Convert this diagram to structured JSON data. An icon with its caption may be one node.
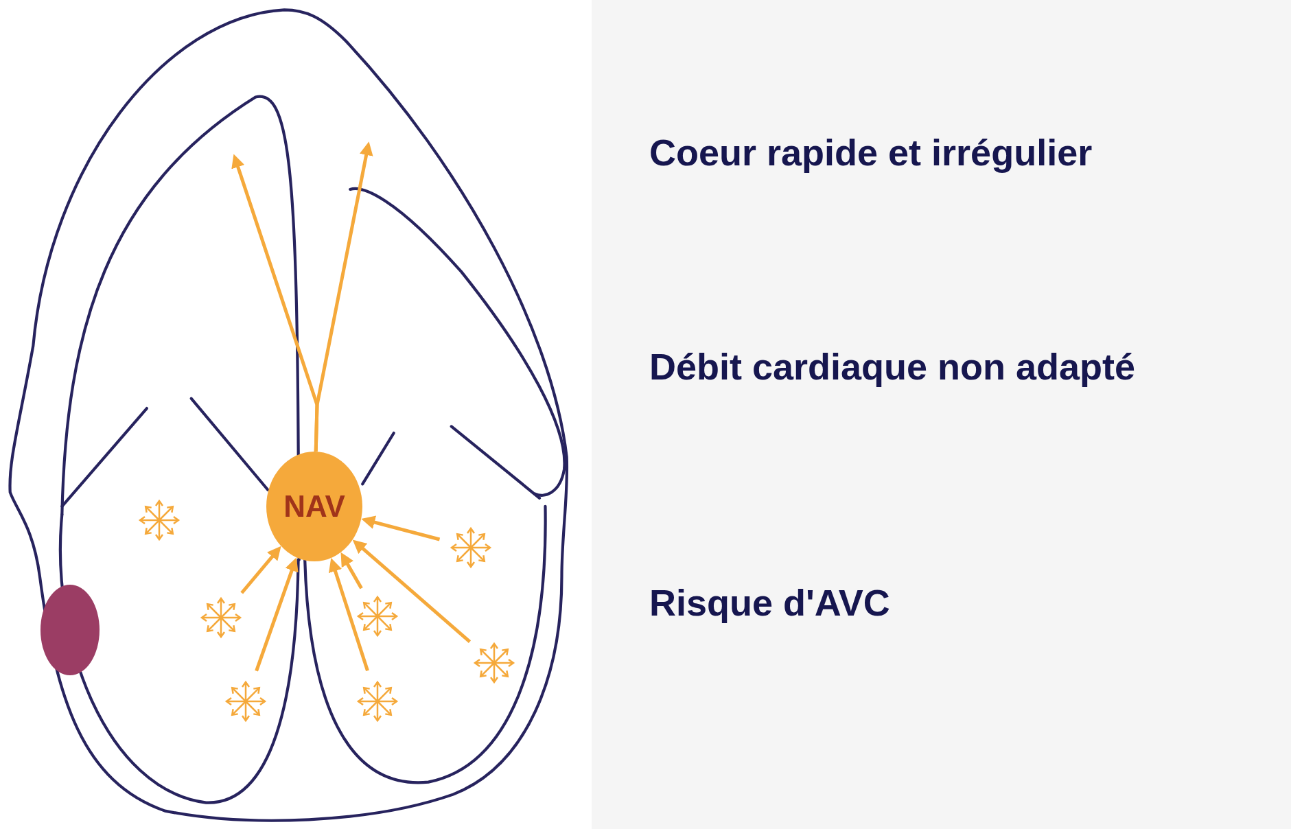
{
  "diagram": {
    "nodes": [
      {
        "text": [
          "NAV"
        ]
      },
      {
        "text": [],
        "shape": "circle"
      },
      {
        "text": [],
        "shape": "star"
      },
      {
        "text": [],
        "shape": "star"
      },
      {
        "text": [],
        "shape": "star"
      },
      {
        "text": [],
        "shape": "star"
      },
      {
        "text": [],
        "shape": "star"
      },
      {
        "text": [],
        "shape": "star"
      },
      {
        "text": [],
        "shape": "star"
      }
    ],
    "edges": [
      {
        "from": 0,
        "to": null,
        "arrow": "to"
      },
      {
        "from": 0,
        "to": null,
        "arrow": "to"
      },
      {
        "from": 4,
        "to": 0,
        "arrow": "to"
      },
      {
        "from": 7,
        "to": 0,
        "arrow": "to"
      },
      {
        "from": 8,
        "to": 0,
        "arrow": "to"
      },
      {
        "from": 5,
        "to": 0,
        "arrow": "to"
      },
      {
        "from": 6,
        "to": 0,
        "arrow": "to"
      },
      {
        "from": 3,
        "to": 0,
        "arrow": "to"
      }
    ],
    "labels": [
      "Coeur rapide et irrégulier",
      "Débit cardiaque non adapté",
      "Risque d'AVC"
    ]
  }
}
